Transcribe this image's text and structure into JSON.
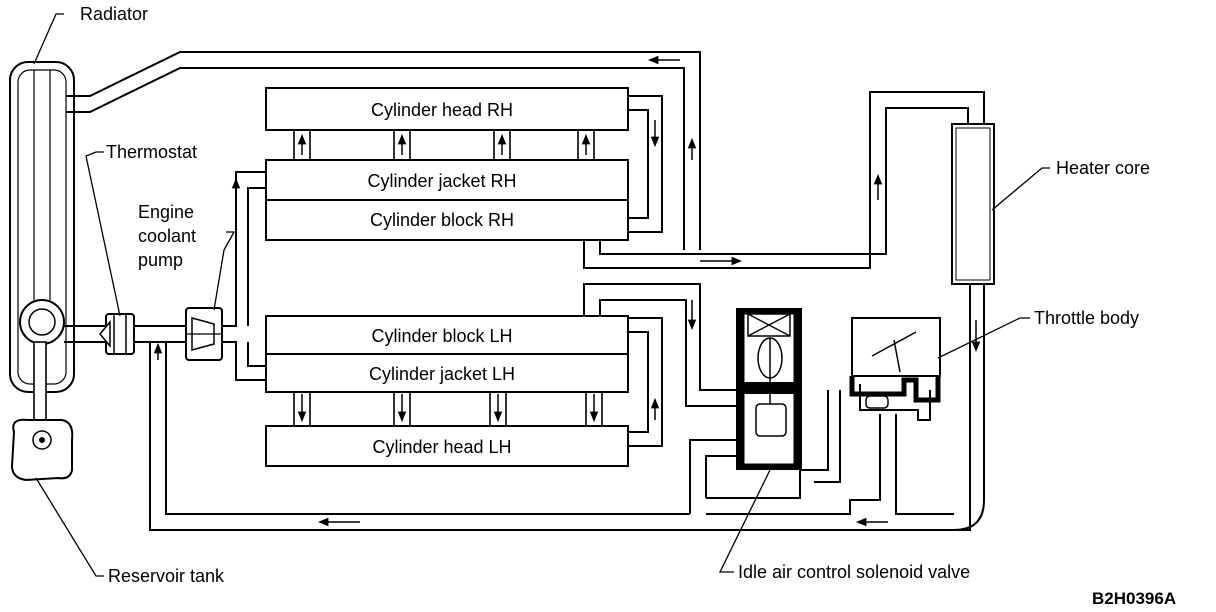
{
  "labels": {
    "radiator": "Radiator",
    "thermostat": "Thermostat",
    "pump_line1": "Engine",
    "pump_line2": "coolant",
    "pump_line3": "pump",
    "heater_core": "Heater core",
    "throttle_body": "Throttle body",
    "reservoir_tank": "Reservoir tank",
    "idle_air_valve": "Idle air control solenoid valve",
    "figure_code": "B2H0396A"
  },
  "blocks": {
    "cyl_head_rh": "Cylinder head RH",
    "cyl_jacket_rh": "Cylinder jacket RH",
    "cyl_block_rh": "Cylinder block RH",
    "cyl_block_lh": "Cylinder block LH",
    "cyl_jacket_lh": "Cylinder jacket LH",
    "cyl_head_lh": "Cylinder head LH"
  }
}
